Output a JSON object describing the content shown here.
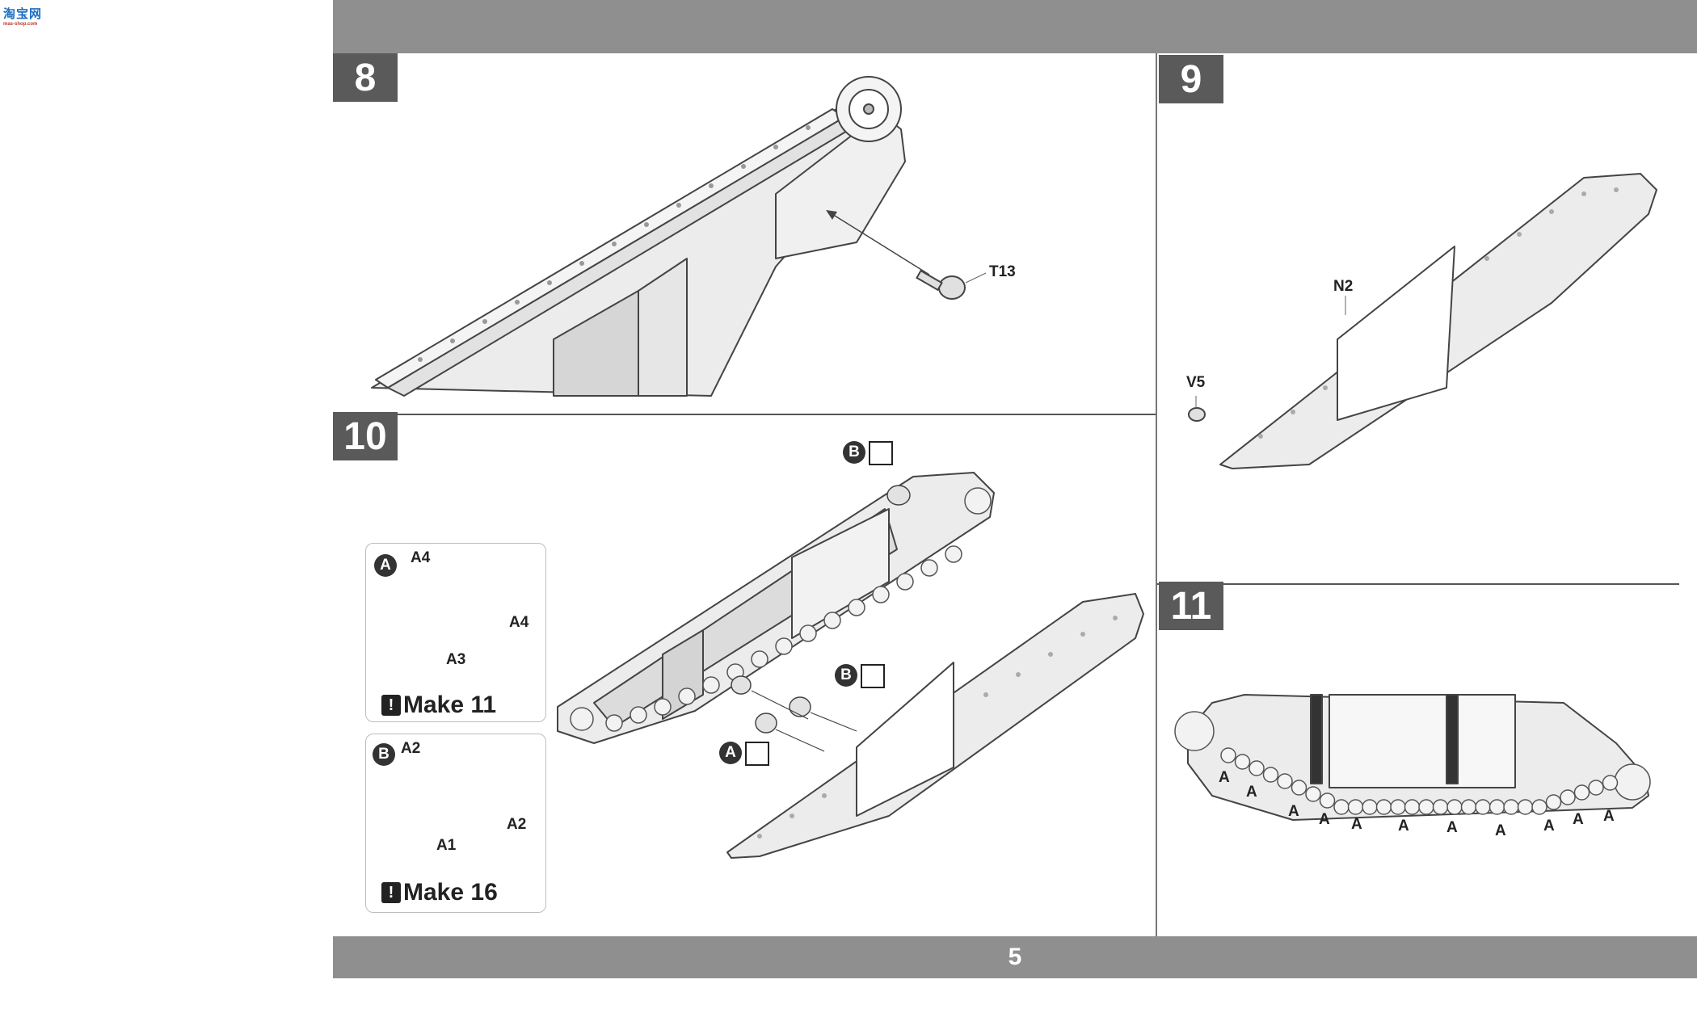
{
  "logo": {
    "text": "淘宝网",
    "subtext": "mas-shop.com"
  },
  "page_number": "5",
  "steps": {
    "s8": {
      "number": "8",
      "labels": {
        "t13": "T13"
      }
    },
    "s9": {
      "number": "9",
      "labels": {
        "n2": "N2",
        "v5": "V5"
      }
    },
    "s10": {
      "number": "10",
      "callout_a": {
        "letter": "A",
        "labels": {
          "a4_top": "A4",
          "a4_right": "A4",
          "a3": "A3"
        },
        "make": "Make 11"
      },
      "callout_b": {
        "letter": "B",
        "labels": {
          "a2_top": "A2",
          "a2_right": "A2",
          "a1": "A1"
        },
        "make": "Make 16"
      },
      "markers": {
        "b_top": "B",
        "b_mid": "B",
        "a_mid": "A"
      }
    },
    "s11": {
      "number": "11",
      "wheel_labels": [
        "A",
        "A",
        "A",
        "A",
        "A",
        "A",
        "A",
        "A",
        "A",
        "A",
        "A"
      ]
    }
  },
  "colors": {
    "bar": "#8f8f8f",
    "badge": "#5a5a5a",
    "line": "#444444",
    "fill": "#ececec"
  }
}
